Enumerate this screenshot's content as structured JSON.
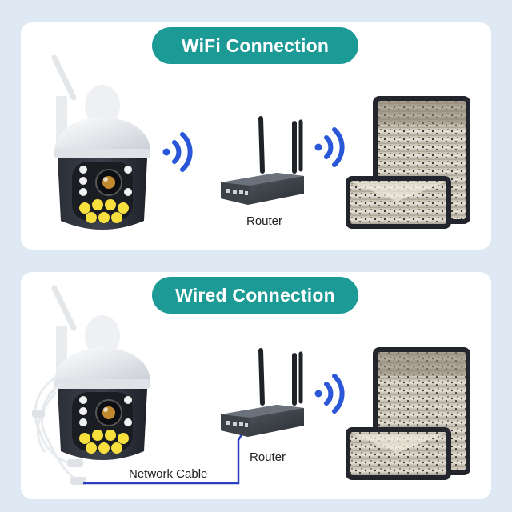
{
  "sections": {
    "wifi": {
      "title": "WiFi Connection",
      "router_label": "Router"
    },
    "wired": {
      "title": "Wired Connection",
      "router_label": "Router",
      "cable_label": "Network Cable"
    }
  },
  "colors": {
    "accent": "#1c9a96",
    "signal": "#2a56d8",
    "cable": "#2a3ec0",
    "background": "#dfe9f3",
    "panel": "#ffffff"
  },
  "icons": [
    "wifi-signal-icon",
    "camera-icon",
    "router-icon",
    "tablet-icon",
    "phone-icon"
  ]
}
